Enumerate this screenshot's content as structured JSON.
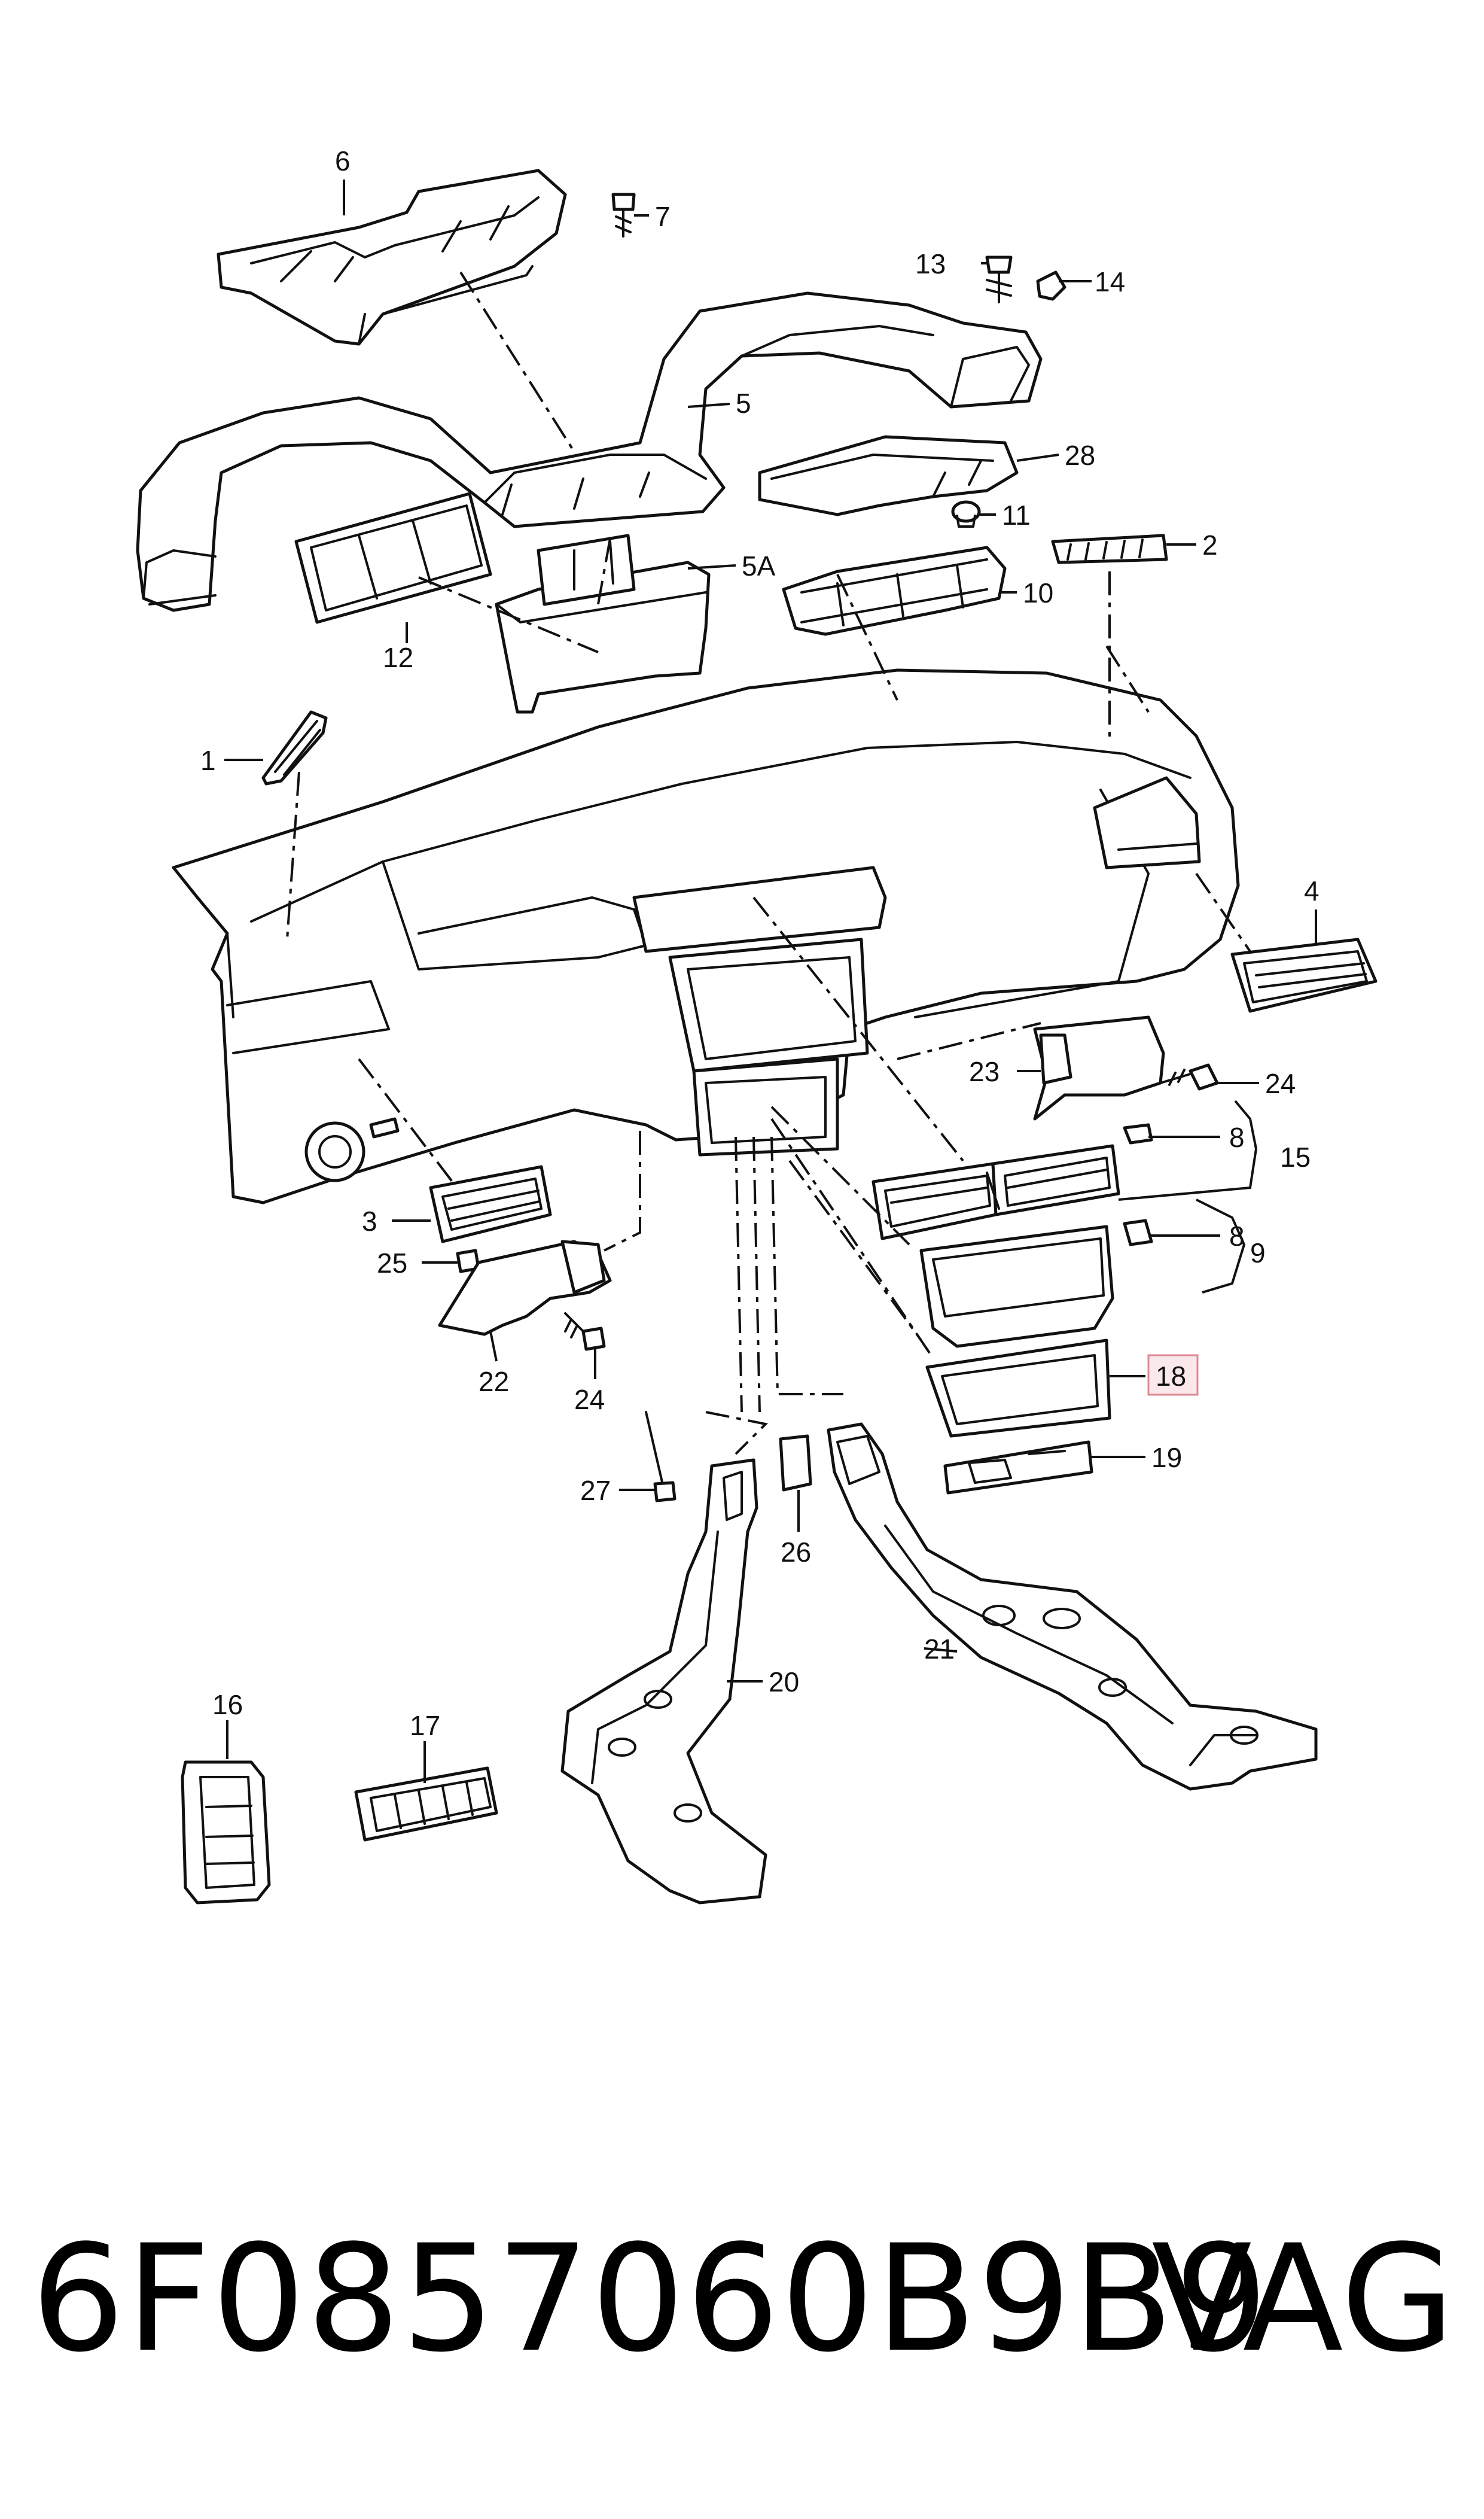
{
  "diagram": {
    "callouts": [
      "6",
      "7",
      "13",
      "14",
      "5",
      "28",
      "11",
      "2",
      "5A",
      "10",
      "12",
      "1",
      "4",
      "23",
      "24",
      "8",
      "15",
      "3",
      "25",
      "9",
      "22",
      "24",
      "18",
      "19",
      "27",
      "26",
      "20",
      "21",
      "16",
      "17"
    ],
    "highlighted_callout": "18",
    "highlight_color": "#e08894"
  },
  "footer": {
    "part_number": "6F0857060B9B9",
    "brand": "VAG"
  }
}
